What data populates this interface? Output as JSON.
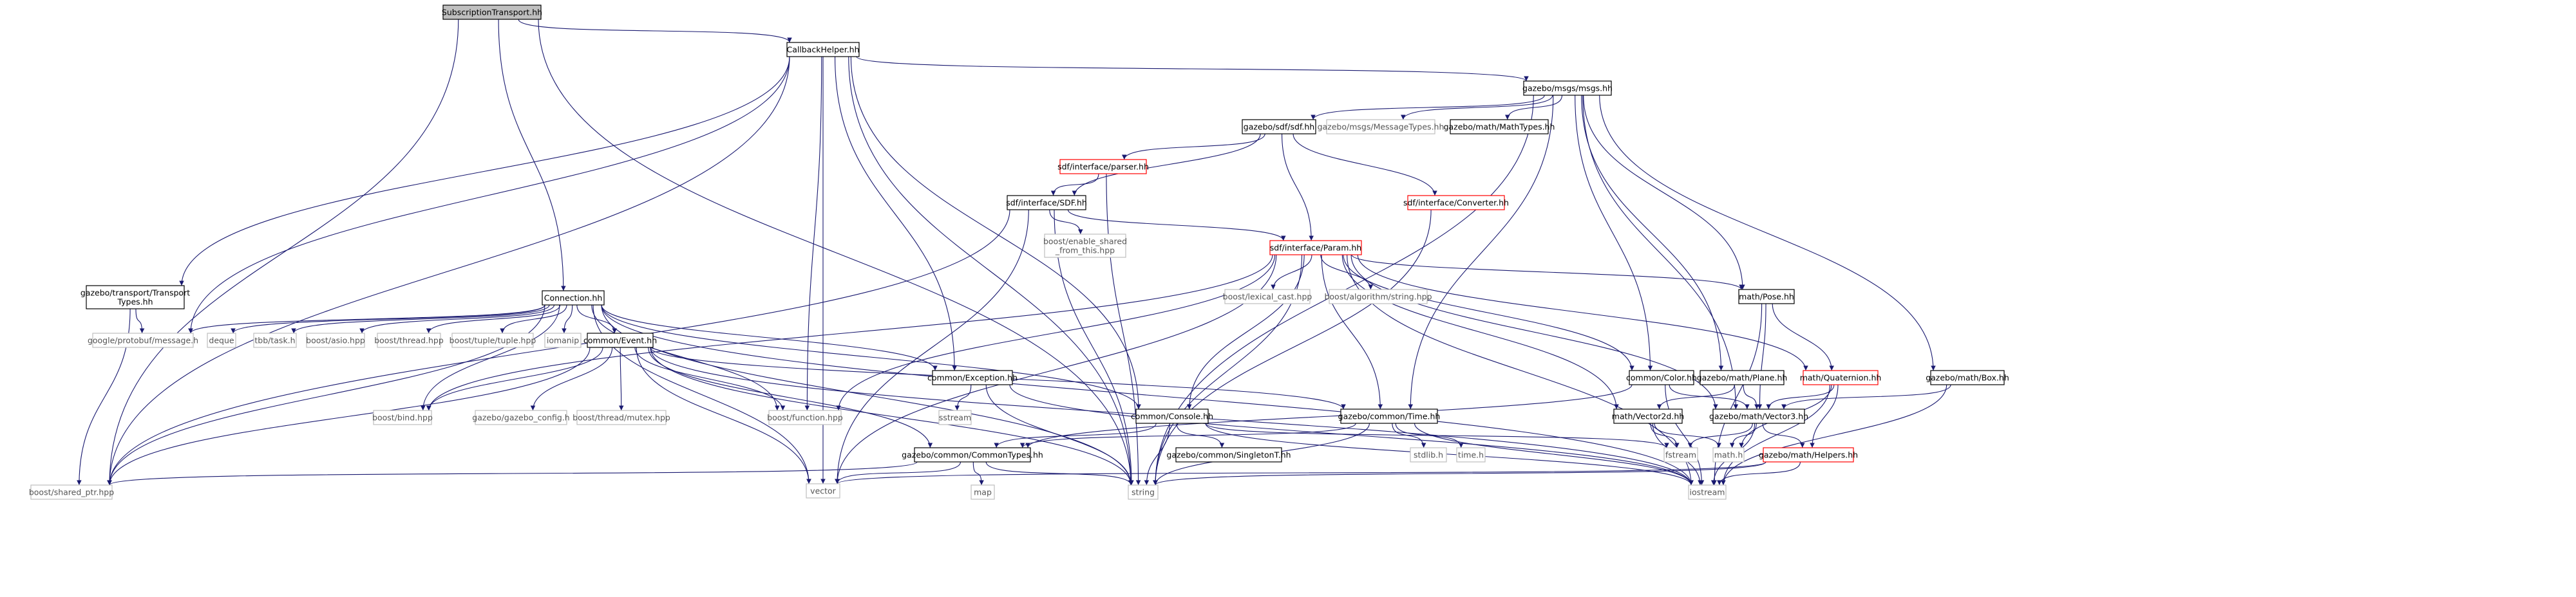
{
  "graph": {
    "title": "",
    "root": "SubscriptionTransport.hh",
    "colors": {
      "edge": "#191970",
      "root_fill": "#bfbfbf",
      "root_stroke": "#000000",
      "documented_stroke": "#000000",
      "undocumented_stroke": "#ff0000",
      "external_stroke": "#bfbfbf",
      "external_text": "#555555"
    },
    "nodes": [
      {
        "id": "subtrans",
        "label": "SubscriptionTransport.hh",
        "kind": "root"
      },
      {
        "id": "callback",
        "label": "CallbackHelper.hh",
        "kind": "doc"
      },
      {
        "id": "msgs",
        "label": "gazebo/msgs/msgs.hh",
        "kind": "doc"
      },
      {
        "id": "sdfhh",
        "label": "gazebo/sdf/sdf.hh",
        "kind": "doc"
      },
      {
        "id": "msgtypes",
        "label": "gazebo/msgs/MessageTypes.hh",
        "kind": "ext"
      },
      {
        "id": "mathtypes",
        "label": "gazebo/math/MathTypes.hh",
        "kind": "doc"
      },
      {
        "id": "parser",
        "label": "sdf/interface/parser.hh",
        "kind": "red"
      },
      {
        "id": "sdfsdf",
        "label": "sdf/interface/SDF.hh",
        "kind": "doc"
      },
      {
        "id": "converter",
        "label": "sdf/interface/Converter.hh",
        "kind": "red"
      },
      {
        "id": "enable_shared",
        "label": [
          "boost/enable_shared",
          "_from_this.hpp"
        ],
        "kind": "ext"
      },
      {
        "id": "param",
        "label": "sdf/interface/Param.hh",
        "kind": "red"
      },
      {
        "id": "transtypes",
        "label": [
          "gazebo/transport/Transport",
          "Types.hh"
        ],
        "kind": "doc"
      },
      {
        "id": "connection",
        "label": "Connection.hh",
        "kind": "doc"
      },
      {
        "id": "lexcast",
        "label": "boost/lexical_cast.hpp",
        "kind": "ext"
      },
      {
        "id": "algostr",
        "label": "boost/algorithm/string.hpp",
        "kind": "ext"
      },
      {
        "id": "mathpose",
        "label": "math/Pose.hh",
        "kind": "doc"
      },
      {
        "id": "protobuf",
        "label": "google/protobuf/message.h",
        "kind": "ext"
      },
      {
        "id": "deque",
        "label": "deque",
        "kind": "ext"
      },
      {
        "id": "tbbtask",
        "label": "tbb/task.h",
        "kind": "ext"
      },
      {
        "id": "asio",
        "label": "boost/asio.hpp",
        "kind": "ext"
      },
      {
        "id": "bthread",
        "label": "boost/thread.hpp",
        "kind": "ext"
      },
      {
        "id": "tuple",
        "label": "boost/tuple/tuple.hpp",
        "kind": "ext"
      },
      {
        "id": "iomanip",
        "label": "iomanip",
        "kind": "ext"
      },
      {
        "id": "event",
        "label": "common/Event.hh",
        "kind": "doc"
      },
      {
        "id": "exception",
        "label": "common/Exception.hh",
        "kind": "doc"
      },
      {
        "id": "colorhh",
        "label": "common/Color.hh",
        "kind": "doc"
      },
      {
        "id": "plane",
        "label": "gazebo/math/Plane.hh",
        "kind": "doc"
      },
      {
        "id": "quat",
        "label": "math/Quaternion.hh",
        "kind": "red"
      },
      {
        "id": "box",
        "label": "gazebo/math/Box.hh",
        "kind": "doc"
      },
      {
        "id": "bind",
        "label": "boost/bind.hpp",
        "kind": "ext"
      },
      {
        "id": "gzconfig",
        "label": "gazebo/gazebo_config.h",
        "kind": "ext"
      },
      {
        "id": "mutex",
        "label": "boost/thread/mutex.hpp",
        "kind": "ext"
      },
      {
        "id": "function",
        "label": "boost/function.hpp",
        "kind": "ext"
      },
      {
        "id": "sstream",
        "label": "sstream",
        "kind": "ext"
      },
      {
        "id": "console",
        "label": "common/Console.hh",
        "kind": "doc"
      },
      {
        "id": "gtime",
        "label": "gazebo/common/Time.hh",
        "kind": "doc"
      },
      {
        "id": "vec2",
        "label": "math/Vector2d.hh",
        "kind": "doc"
      },
      {
        "id": "vec3",
        "label": "gazebo/math/Vector3.hh",
        "kind": "doc"
      },
      {
        "id": "commontypes",
        "label": "gazebo/common/CommonTypes.hh",
        "kind": "doc"
      },
      {
        "id": "singleton",
        "label": "gazebo/common/SingletonT.hh",
        "kind": "doc"
      },
      {
        "id": "stdlib",
        "label": "stdlib.h",
        "kind": "ext"
      },
      {
        "id": "timeh",
        "label": "time.h",
        "kind": "ext"
      },
      {
        "id": "fstream",
        "label": "fstream",
        "kind": "ext"
      },
      {
        "id": "mathh",
        "label": "math.h",
        "kind": "ext"
      },
      {
        "id": "helpers",
        "label": "gazebo/math/Helpers.hh",
        "kind": "red"
      },
      {
        "id": "sharedptr",
        "label": "boost/shared_ptr.hpp",
        "kind": "ext"
      },
      {
        "id": "vector",
        "label": "vector",
        "kind": "ext"
      },
      {
        "id": "map",
        "label": "map",
        "kind": "ext"
      },
      {
        "id": "string",
        "label": "string",
        "kind": "ext"
      },
      {
        "id": "iostream",
        "label": "iostream",
        "kind": "ext"
      }
    ],
    "edges": [
      [
        "subtrans",
        "callback"
      ],
      [
        "subtrans",
        "connection"
      ],
      [
        "subtrans",
        "sharedptr"
      ],
      [
        "subtrans",
        "string"
      ],
      [
        "callback",
        "msgs"
      ],
      [
        "callback",
        "transtypes"
      ],
      [
        "callback",
        "protobuf"
      ],
      [
        "callback",
        "exception"
      ],
      [
        "callback",
        "console"
      ],
      [
        "callback",
        "function"
      ],
      [
        "callback",
        "vector"
      ],
      [
        "callback",
        "string"
      ],
      [
        "callback",
        "sharedptr"
      ],
      [
        "msgs",
        "sdfhh"
      ],
      [
        "msgs",
        "msgtypes"
      ],
      [
        "msgs",
        "mathtypes"
      ],
      [
        "msgs",
        "box"
      ],
      [
        "msgs",
        "mathpose"
      ],
      [
        "msgs",
        "plane"
      ],
      [
        "msgs",
        "colorhh"
      ],
      [
        "msgs",
        "vec3"
      ],
      [
        "msgs",
        "gtime"
      ],
      [
        "msgs",
        "string"
      ],
      [
        "sdfhh",
        "parser"
      ],
      [
        "sdfhh",
        "sdfsdf"
      ],
      [
        "sdfhh",
        "converter"
      ],
      [
        "sdfhh",
        "param"
      ],
      [
        "parser",
        "sdfsdf"
      ],
      [
        "parser",
        "string"
      ],
      [
        "sdfsdf",
        "param"
      ],
      [
        "sdfsdf",
        "enable_shared"
      ],
      [
        "sdfsdf",
        "sharedptr"
      ],
      [
        "sdfsdf",
        "vector"
      ],
      [
        "sdfsdf",
        "string"
      ],
      [
        "converter",
        "string"
      ],
      [
        "param",
        "lexcast"
      ],
      [
        "param",
        "algostr"
      ],
      [
        "param",
        "mathpose"
      ],
      [
        "param",
        "quat"
      ],
      [
        "param",
        "colorhh"
      ],
      [
        "param",
        "vec3"
      ],
      [
        "param",
        "vec2"
      ],
      [
        "param",
        "gtime"
      ],
      [
        "param",
        "console"
      ],
      [
        "param",
        "function"
      ],
      [
        "param",
        "bind"
      ],
      [
        "param",
        "vector"
      ],
      [
        "param",
        "string"
      ],
      [
        "param",
        "iostream"
      ],
      [
        "transtypes",
        "protobuf"
      ],
      [
        "transtypes",
        "sharedptr"
      ],
      [
        "connection",
        "protobuf"
      ],
      [
        "connection",
        "deque"
      ],
      [
        "connection",
        "tbbtask"
      ],
      [
        "connection",
        "asio"
      ],
      [
        "connection",
        "bthread"
      ],
      [
        "connection",
        "tuple"
      ],
      [
        "connection",
        "iomanip"
      ],
      [
        "connection",
        "event"
      ],
      [
        "connection",
        "exception"
      ],
      [
        "connection",
        "console"
      ],
      [
        "connection",
        "bind"
      ],
      [
        "connection",
        "function"
      ],
      [
        "connection",
        "vector"
      ],
      [
        "connection",
        "string"
      ],
      [
        "connection",
        "iostream"
      ],
      [
        "connection",
        "sharedptr"
      ],
      [
        "event",
        "bind"
      ],
      [
        "event",
        "gzconfig"
      ],
      [
        "event",
        "mutex"
      ],
      [
        "event",
        "function"
      ],
      [
        "event",
        "commontypes"
      ],
      [
        "event",
        "gtime"
      ],
      [
        "event",
        "vector"
      ],
      [
        "event",
        "string"
      ],
      [
        "event",
        "sharedptr"
      ],
      [
        "event",
        "iostream"
      ],
      [
        "exception",
        "sstream"
      ],
      [
        "exception",
        "string"
      ],
      [
        "exception",
        "iostream"
      ],
      [
        "colorhh",
        "vec3"
      ],
      [
        "colorhh",
        "commontypes"
      ],
      [
        "colorhh",
        "iostream"
      ],
      [
        "plane",
        "vec3"
      ],
      [
        "plane",
        "vec2"
      ],
      [
        "quat",
        "vec3"
      ],
      [
        "quat",
        "helpers"
      ],
      [
        "quat",
        "mathh"
      ],
      [
        "quat",
        "iostream"
      ],
      [
        "box",
        "vec3"
      ],
      [
        "box",
        "iostream"
      ],
      [
        "mathpose",
        "vec3"
      ],
      [
        "mathpose",
        "quat"
      ],
      [
        "mathpose",
        "iostream"
      ],
      [
        "console",
        "commontypes"
      ],
      [
        "console",
        "singleton"
      ],
      [
        "console",
        "fstream"
      ],
      [
        "console",
        "iostream"
      ],
      [
        "console",
        "string"
      ],
      [
        "gtime",
        "commontypes"
      ],
      [
        "gtime",
        "stdlib"
      ],
      [
        "gtime",
        "timeh"
      ],
      [
        "gtime",
        "iostream"
      ],
      [
        "gtime",
        "string"
      ],
      [
        "vec2",
        "mathh"
      ],
      [
        "vec2",
        "fstream"
      ],
      [
        "vec2",
        "iostream"
      ],
      [
        "vec3",
        "mathh"
      ],
      [
        "vec3",
        "helpers"
      ],
      [
        "vec3",
        "fstream"
      ],
      [
        "vec3",
        "iostream"
      ],
      [
        "commontypes",
        "vector"
      ],
      [
        "commontypes",
        "map"
      ],
      [
        "commontypes",
        "string"
      ],
      [
        "commontypes",
        "sharedptr"
      ],
      [
        "helpers",
        "string"
      ],
      [
        "helpers",
        "iostream"
      ],
      [
        "helpers",
        "vector"
      ]
    ]
  }
}
